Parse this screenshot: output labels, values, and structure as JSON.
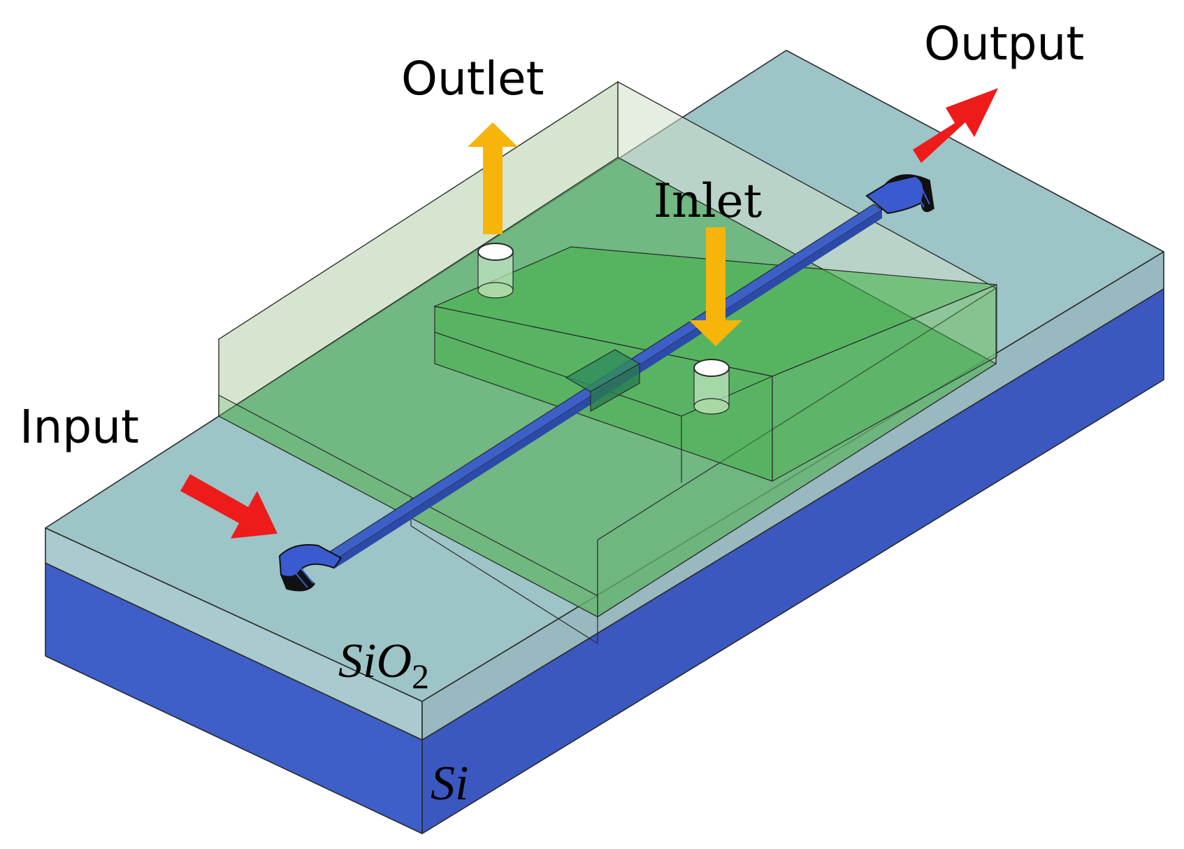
{
  "labels": {
    "input": "Input",
    "output": "Output",
    "outlet": "Outlet",
    "inlet": "Inlet",
    "sio2_base": "SiO",
    "sio2_sub": "2",
    "si": "Si"
  },
  "colors": {
    "oxide_top": "#9cc4c6",
    "oxide_side": "#a8c8cc",
    "silicon": "#3e5fc8",
    "microfluidic_green": "#4ab24a",
    "pdms_box": "#cfe0c9",
    "waveguide": "#3a5bd0",
    "optical_arrow": "#ee1b1b",
    "fluid_arrow": "#f7b40a"
  },
  "icons": {
    "input_arrow": "arrow-right-down-icon",
    "output_arrow": "arrow-up-right-icon",
    "outlet_arrow": "arrow-up-icon",
    "inlet_arrow": "arrow-down-icon"
  }
}
